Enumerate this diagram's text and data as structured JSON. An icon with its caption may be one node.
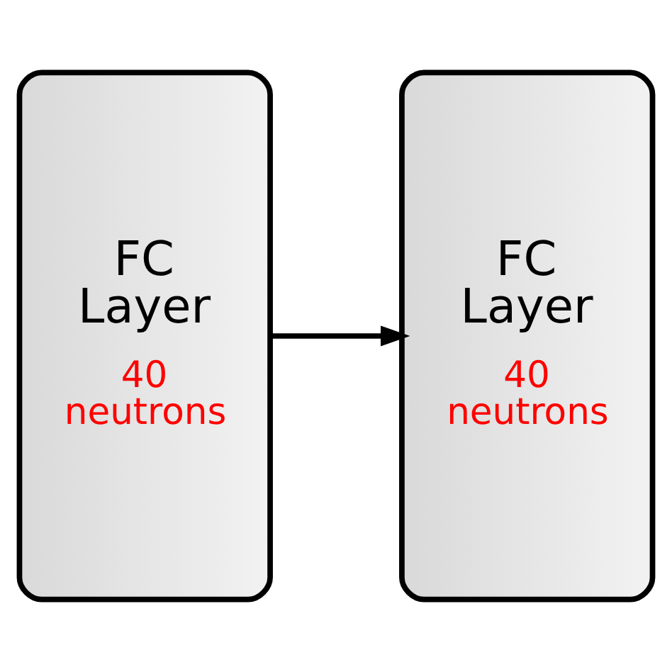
{
  "diagram": {
    "nodes": [
      {
        "text": [
          "FC Layer",
          "40 neutrons"
        ]
      },
      {
        "text": [
          "FC Layer",
          "40 neutrons"
        ]
      }
    ],
    "edges": [
      {
        "from": 0,
        "to": 1,
        "arrow": "to"
      }
    ]
  }
}
